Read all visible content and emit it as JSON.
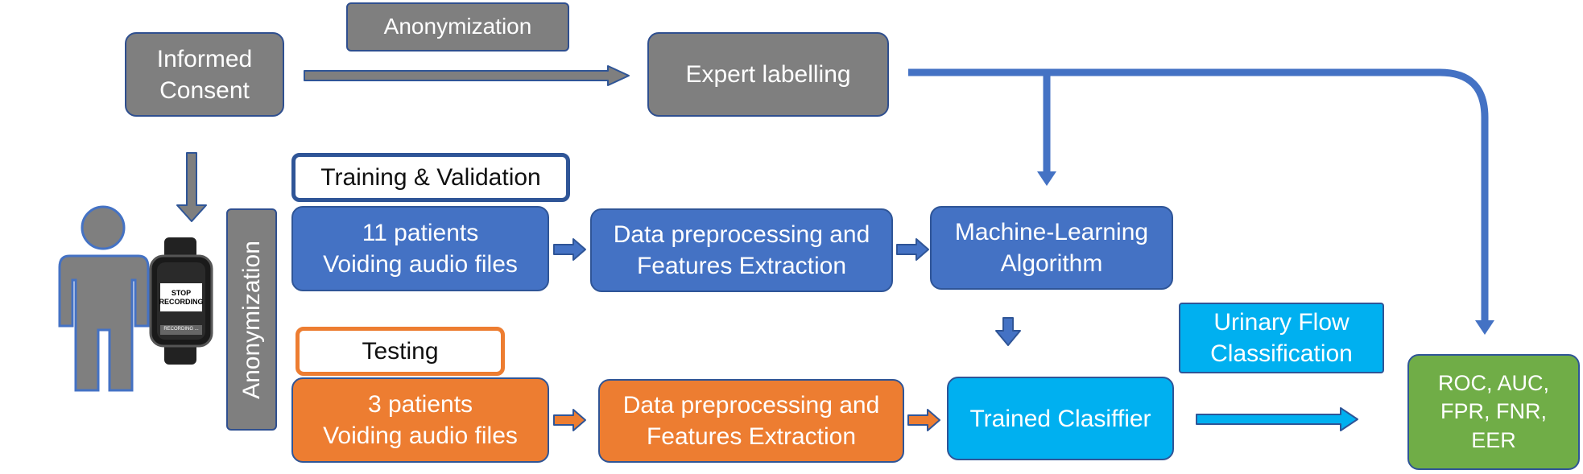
{
  "boxes": {
    "informed_consent": "Informed\nConsent",
    "anonymization_top": "Anonymization",
    "expert_labelling": "Expert labelling",
    "anonymization_side": "Anonymization",
    "training_validation": "Training & Validation",
    "training_patients": "11 patients\nVoiding audio files",
    "training_preprocessing": "Data preprocessing and\nFeatures Extraction",
    "ml_algorithm": "Machine-Learning\nAlgorithm",
    "testing": "Testing",
    "testing_patients": "3 patients\nVoiding audio files",
    "testing_preprocessing": "Data preprocessing and\nFeatures Extraction",
    "trained_classifier": "Trained Clasiffier",
    "urinary_flow": "Urinary Flow\nClassification",
    "metrics": "ROC, AUC,\nFPR, FNR,\nEER"
  },
  "watch": {
    "button_text": "STOP\nRECORDING",
    "status_text": "RECORDING ..."
  },
  "colors": {
    "gray": "#7f7f7f",
    "blue": "#4472c4",
    "orange": "#ed7d31",
    "cyan": "#00b0f0",
    "green": "#70ad47",
    "outline": "#2f5597"
  }
}
